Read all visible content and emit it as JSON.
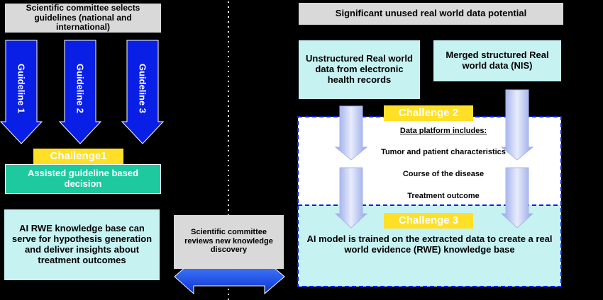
{
  "left": {
    "committee_selects": "Scientific committee selects guidelines (national and international)",
    "guidelines": [
      "Guideline 1",
      "Guideline 2",
      "Guideline 3"
    ],
    "challenge1": "Challenge1",
    "assisted": "Assisted guideline based decision",
    "ai_rwe_base": "AI RWE knowledge base can serve for hypothesis generation and deliver insights about treatment outcomes"
  },
  "center": {
    "committee_reviews": "Scientific committee reviews new knowledge discovery"
  },
  "right": {
    "header": "Significant unused real world data potential",
    "unstructured": "Unstructured Real world data from electronic health records",
    "merged": "Merged structured Real world data (NIS)",
    "challenge2": "Challenge 2",
    "platform_title": "Data platform includes:",
    "platform_items": [
      "Tumor and patient characteristics",
      "Course of the disease",
      "Treatment outcome"
    ],
    "challenge3": "Challenge 3",
    "ai_model": "AI model is trained on the extracted data to create a real world evidence (RWE) knowledge base"
  },
  "colors": {
    "background": "#000000",
    "guideline_arrow": "#0a1fe6",
    "gray_box": "#d9d9d9",
    "cyan_box": "#c6f2f2",
    "teal_box": "#1fc9a0",
    "challenge_label": "#ffe026",
    "platform_border": "#0a1fe6"
  }
}
